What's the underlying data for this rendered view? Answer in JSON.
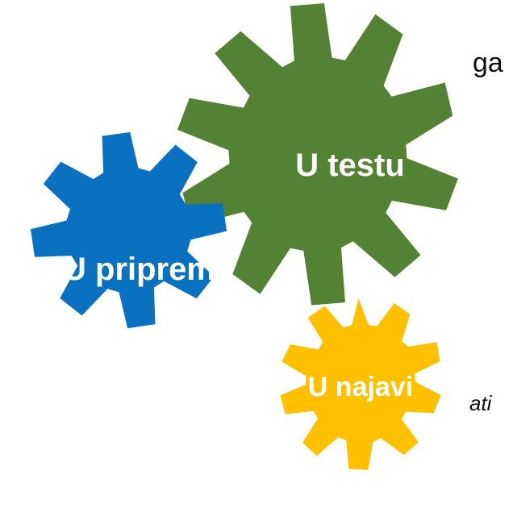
{
  "text_fragments": {
    "top_right": "ga",
    "bottom_left": "ati"
  },
  "gears": [
    {
      "id": "testing",
      "label": "U testu",
      "color": "#548235"
    },
    {
      "id": "preparation",
      "label": "U pripremi",
      "color": "#0A70C0"
    },
    {
      "id": "announced",
      "label": "U najavi",
      "color": "#FFC000"
    }
  ]
}
